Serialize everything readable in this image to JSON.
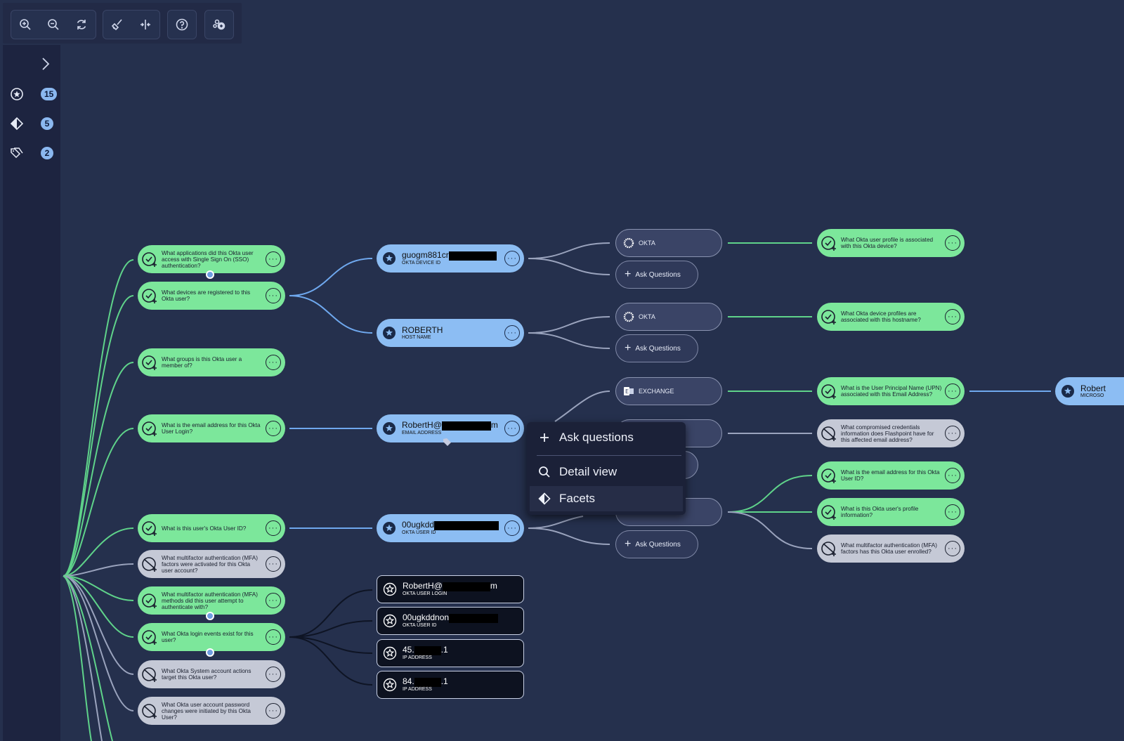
{
  "toolbar": {
    "buttons": [
      "zoom-in-icon",
      "zoom-out-icon",
      "refresh-icon",
      "broom-icon",
      "split-icon",
      "help-icon",
      "add-node-icon"
    ]
  },
  "sidebar": {
    "items": [
      {
        "icon": "star-badge-icon",
        "count": "15"
      },
      {
        "icon": "facets-icon",
        "count": "5"
      },
      {
        "icon": "tags-icon",
        "count": "2"
      }
    ]
  },
  "questions": {
    "q1": "What applications did this Okta user access with Single Sign On (SSO) authentication?",
    "q2": "What devices are registered to this Okta user?",
    "q3": "What groups is this Okta user a member of?",
    "q4": "What is the email address for this Okta User Login?",
    "q5": "What is this user's Okta User ID?",
    "q6": "What multifactor authentication (MFA) factors were activated for this Okta user account?",
    "q7": "What multifactor authentication (MFA) methods did this user attempt to authenticate with?",
    "q8": "What Okta login events exist for this user?",
    "q9": "What Okta System account actions target this Okta user?",
    "q10": "What Okta user account password changes were initiated by this Okta User?",
    "r1": "What Okta user profile is associated with this Okta device?",
    "r2": "What Okta device profiles are associated with this hostname?",
    "r3": "What is the User Principal Name (UPN) associated with this Email Address?",
    "r4": "What compromised credentials information does Flashpoint have for this affected email address?",
    "r5": "What is the email address for this Okta User ID?",
    "r6": "What is this Okta user's profile information?",
    "r7": "What multifactor authentication (MFA) factors has this Okta user enrolled?"
  },
  "entities": {
    "device": {
      "value": "guogm881cr",
      "type": "OKTA DEVICE ID"
    },
    "host": {
      "value": "ROBERTH",
      "type": "HOST NAME"
    },
    "email": {
      "value_a": "RobertH@",
      "value_b": "m",
      "type": "EMAIL ADDRESS"
    },
    "userid": {
      "value": "00ugkdd",
      "type": "OKTA USER ID"
    },
    "login": {
      "value_a": "RobertH@",
      "value_b": "m",
      "type": "OKTA USER LOGIN"
    },
    "userid2": {
      "value": "00ugkddnon",
      "type": "OKTA USER ID"
    },
    "ip1": {
      "value_a": "45.",
      "value_b": ".1",
      "type": "IP ADDRESS"
    },
    "ip2": {
      "value_a": "84.",
      "value_b": ".1",
      "type": "IP ADDRESS"
    },
    "far": {
      "value": "Robert",
      "type": "MICROSO"
    }
  },
  "sources": {
    "okta1": "OKTA",
    "okta2": "OKTA",
    "exchange": "EXCHANGE",
    "ask": "Ask Questions"
  },
  "menu": {
    "ask": "Ask questions",
    "detail": "Detail view",
    "facets": "Facets"
  },
  "colors": {
    "background": "#25304d",
    "answered": "#7ce79b",
    "unanswered": "#c5c9d6",
    "entity": "#8cbdf3",
    "edge_green": "#5fd38a",
    "edge_blue": "#6fa8ee",
    "edge_grey": "#9aa3bd"
  }
}
